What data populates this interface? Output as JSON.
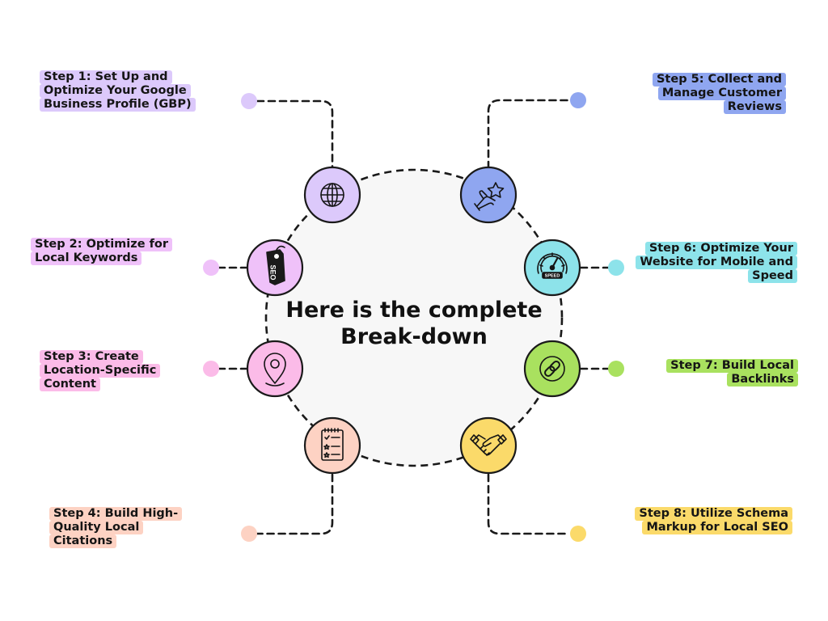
{
  "center": {
    "line1": "Here is the complete",
    "line2": "Break-down"
  },
  "steps": [
    {
      "id": 1,
      "lines": [
        "Step 1: Set Up and",
        "Optimize Your Google",
        "Business Profile (GBP)"
      ],
      "color": "#dcc9fb",
      "icon": "globe-icon"
    },
    {
      "id": 2,
      "lines": [
        "Step 2: Optimize for",
        "Local Keywords"
      ],
      "color": "#efc1f9",
      "icon": "seo-tag-icon"
    },
    {
      "id": 3,
      "lines": [
        "Step 3: Create",
        "Location-Specific",
        "Content"
      ],
      "color": "#fbbbe8",
      "icon": "location-pin-icon"
    },
    {
      "id": 4,
      "lines": [
        "Step 4: Build High-",
        "Quality Local",
        "Citations"
      ],
      "color": "#fdd2c3",
      "icon": "checklist-icon"
    },
    {
      "id": 5,
      "lines": [
        "Step 5: Collect and",
        "Manage Customer",
        "Reviews"
      ],
      "color": "#8fa6f0",
      "icon": "hand-star-icon"
    },
    {
      "id": 6,
      "lines": [
        "Step 6: Optimize Your",
        "Website for Mobile and",
        "Speed"
      ],
      "color": "#8de3ea",
      "icon": "speedometer-icon",
      "icon_text": "SPEED"
    },
    {
      "id": 7,
      "lines": [
        "Step 7: Build Local",
        "Backlinks"
      ],
      "color": "#a9e15f",
      "icon": "link-icon"
    },
    {
      "id": 8,
      "lines": [
        "Step 8: Utilize Schema",
        "Markup for Local SEO"
      ],
      "color": "#fbda6a",
      "icon": "handshake-icon"
    }
  ],
  "seo_tag_text": "SEO"
}
